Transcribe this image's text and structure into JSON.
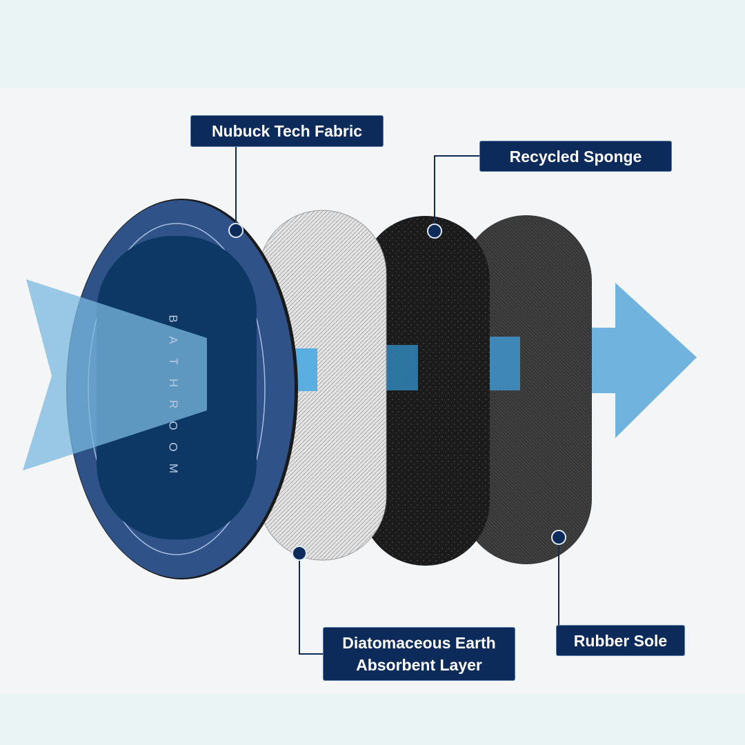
{
  "layers": [
    {
      "name": "Nubuck Tech Fabric"
    },
    {
      "name": "Diatomaceous Earth",
      "name_line2": "Absorbent Layer"
    },
    {
      "name": "Recycled Sponge"
    },
    {
      "name": "Rubber Sole"
    }
  ],
  "mat_print": "BATHROOM",
  "colors": {
    "label_bg": "#0c2b5a",
    "mat_blue": "#23467f",
    "arrow": "#6fb3de"
  }
}
